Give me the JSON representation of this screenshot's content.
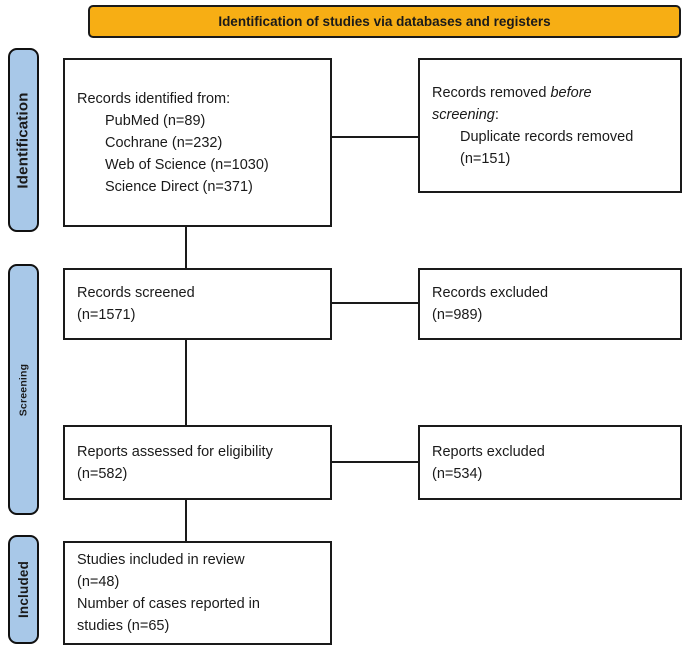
{
  "banner": {
    "label": "Identification of studies via databases and registers"
  },
  "colors": {
    "banner_bg": "#F7AE14",
    "stage_bg": "#A8C8E8",
    "line": "#1A1A1A"
  },
  "stages": [
    {
      "label": "Identification"
    },
    {
      "label": "Screening"
    },
    {
      "label": "Included"
    }
  ],
  "boxes": {
    "records_identified": {
      "lines": [
        {
          "indent": false,
          "segments": [
            {
              "t": "Records identified from:",
              "i": false
            }
          ]
        },
        {
          "indent": true,
          "segments": [
            {
              "t": "PubMed (n=89)",
              "i": false
            }
          ]
        },
        {
          "indent": true,
          "segments": [
            {
              "t": "Cochrane (n=232)",
              "i": false
            }
          ]
        },
        {
          "indent": true,
          "segments": [
            {
              "t": "Web of Science (n=1030)",
              "i": false
            }
          ]
        },
        {
          "indent": true,
          "segments": [
            {
              "t": "Science Direct (n=371)",
              "i": false
            }
          ]
        }
      ]
    },
    "records_removed": {
      "lines": [
        {
          "indent": false,
          "segments": [
            {
              "t": "Records removed ",
              "i": false
            },
            {
              "t": "before",
              "i": true
            }
          ]
        },
        {
          "indent": false,
          "segments": [
            {
              "t": "screening",
              "i": true
            },
            {
              "t": ":",
              "i": false
            }
          ]
        },
        {
          "indent": true,
          "segments": [
            {
              "t": "Duplicate records removed",
              "i": false
            }
          ]
        },
        {
          "indent": true,
          "segments": [
            {
              "t": "(n=151)",
              "i": false
            }
          ]
        }
      ]
    },
    "records_screened": {
      "lines": [
        {
          "indent": false,
          "segments": [
            {
              "t": "Records screened",
              "i": false
            }
          ]
        },
        {
          "indent": false,
          "segments": [
            {
              "t": "(n=1571)",
              "i": false
            }
          ]
        }
      ]
    },
    "records_excluded": {
      "lines": [
        {
          "indent": false,
          "segments": [
            {
              "t": "Records excluded",
              "i": false
            }
          ]
        },
        {
          "indent": false,
          "segments": [
            {
              "t": "(n=989)",
              "i": false
            }
          ]
        }
      ]
    },
    "reports_assessed": {
      "lines": [
        {
          "indent": false,
          "segments": [
            {
              "t": "Reports assessed for eligibility",
              "i": false
            }
          ]
        },
        {
          "indent": false,
          "segments": [
            {
              "t": "(n=582)",
              "i": false
            }
          ]
        }
      ]
    },
    "reports_excluded": {
      "lines": [
        {
          "indent": false,
          "segments": [
            {
              "t": "Reports excluded",
              "i": false
            }
          ]
        },
        {
          "indent": false,
          "segments": [
            {
              "t": "(n=534)",
              "i": false
            }
          ]
        }
      ]
    },
    "studies_included": {
      "lines": [
        {
          "indent": false,
          "segments": [
            {
              "t": "Studies included in review",
              "i": false
            }
          ]
        },
        {
          "indent": false,
          "segments": [
            {
              "t": "(n=48)",
              "i": false
            }
          ]
        },
        {
          "indent": false,
          "segments": [
            {
              "t": "Number of cases reported in",
              "i": false
            }
          ]
        },
        {
          "indent": false,
          "segments": [
            {
              "t": "studies (n=65)",
              "i": false
            }
          ]
        }
      ]
    }
  }
}
